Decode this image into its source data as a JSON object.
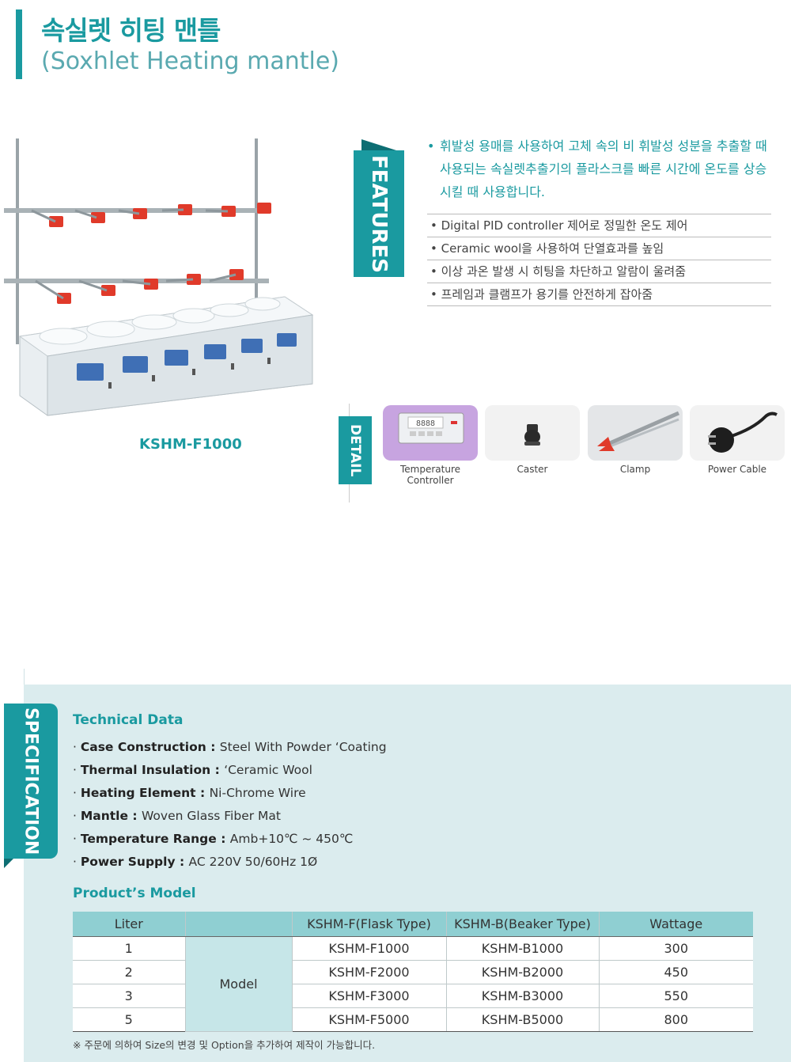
{
  "header": {
    "title_ko": "속실렛 히팅 맨틀",
    "title_en": "(Soxhlet Heating mantle)"
  },
  "product": {
    "model_caption": "KSHM-F1000"
  },
  "features": {
    "tab_label": "FEATURES",
    "lead_bullet": "•",
    "lead_text": "휘발성 용매를 사용하여 고체 속의 비 휘발성 성분을 추출할 때 사용되는 속실렛추출기의 플라스크를 빠른 시간에 온도를 상승 시킬 때 사용합니다.",
    "items": [
      "Digital PID controller 제어로 정밀한 온도 제어",
      "Ceramic wool을 사용하여 단열효과를 높임",
      "이상 과온 발생 시 히팅을 차단하고 알람이 울려줌",
      "프레임과 클램프가 용기를 안전하게 잡아줌"
    ]
  },
  "detail": {
    "tab_label": "DETAIL",
    "items": [
      {
        "label": "Temperature Controller",
        "icon": "temperature-controller-icon"
      },
      {
        "label": "Caster",
        "icon": "caster-icon"
      },
      {
        "label": "Clamp",
        "icon": "clamp-icon"
      },
      {
        "label": "Power Cable",
        "icon": "power-cable-icon"
      }
    ],
    "controller_display": "8888"
  },
  "specification": {
    "tab_label": "SPECIFICATION",
    "technical_heading": "Technical Data",
    "technical": [
      {
        "key": "Case Construction",
        "sep": " : ",
        "value": "Steel With Powder ‘Coating"
      },
      {
        "key": "Thermal Insulation",
        "sep": " : ",
        "value": "‘Ceramic Wool"
      },
      {
        "key": "Heating Element",
        "sep": " : ",
        "value": "Ni-Chrome Wire"
      },
      {
        "key": "Mantle",
        "sep": " : ",
        "value": "Woven Glass Fiber Mat"
      },
      {
        "key": "Temperature Range",
        "sep": " : ",
        "value": "Amb+10℃ ~ 450℃"
      },
      {
        "key": "Power Supply",
        "sep": " : ",
        "value": "AC 220V 50/60Hz 1Ø"
      }
    ],
    "model_heading": "Product’s Model",
    "table": {
      "headers": [
        "Liter",
        "",
        "KSHM-F(Flask Type)",
        "KSHM-B(Beaker Type)",
        "Wattage"
      ],
      "model_label": "Model",
      "rows": [
        {
          "liter": "1",
          "flask": "KSHM-F1000",
          "beaker": "KSHM-B1000",
          "wattage": "300"
        },
        {
          "liter": "2",
          "flask": "KSHM-F2000",
          "beaker": "KSHM-B2000",
          "wattage": "450"
        },
        {
          "liter": "3",
          "flask": "KSHM-F3000",
          "beaker": "KSHM-B3000",
          "wattage": "550"
        },
        {
          "liter": "5",
          "flask": "KSHM-F5000",
          "beaker": "KSHM-B5000",
          "wattage": "800"
        }
      ]
    },
    "note": "※ 주문에 의하여 Size의 변경 및 Option을 추가하여 제작이 가능합니다."
  },
  "colors": {
    "accent": "#1a9aa0",
    "panel": "#dbecee",
    "table_header": "#8fcfd2",
    "clamp_red": "#e03a2a"
  }
}
